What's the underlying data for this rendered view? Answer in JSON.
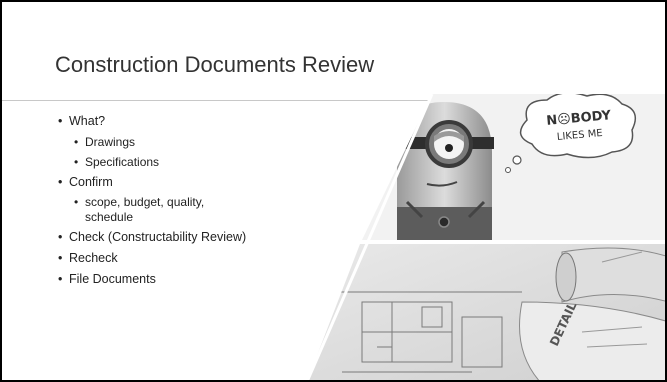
{
  "slide": {
    "title": "Construction Documents Review",
    "bullets": [
      {
        "text": "What?"
      },
      {
        "text": "Drawings"
      },
      {
        "text": "Specifications"
      },
      {
        "text": "Confirm"
      },
      {
        "text": "scope, budget, quality, schedule"
      },
      {
        "text": "Check  (Constructability Review)"
      },
      {
        "text": "Recheck"
      },
      {
        "text": "File  Documents"
      }
    ],
    "speech_bubble": "NOBODY LIKES ME",
    "blueprint_label": "DETAIL"
  }
}
